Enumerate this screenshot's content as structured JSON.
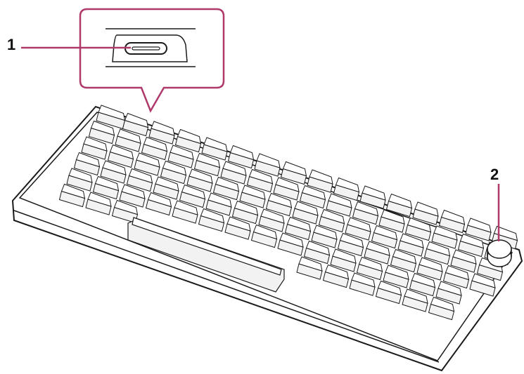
{
  "callouts": [
    {
      "id": "1",
      "label": "1"
    },
    {
      "id": "2",
      "label": "2"
    }
  ],
  "colors": {
    "callout_line": "#b0396b",
    "outline": "#1a1a1a",
    "key_fill": "#ffffff",
    "background": "#ffffff"
  },
  "icons": [
    "usb-c-port-icon",
    "rotary-knob-icon",
    "keyboard-illustration"
  ]
}
